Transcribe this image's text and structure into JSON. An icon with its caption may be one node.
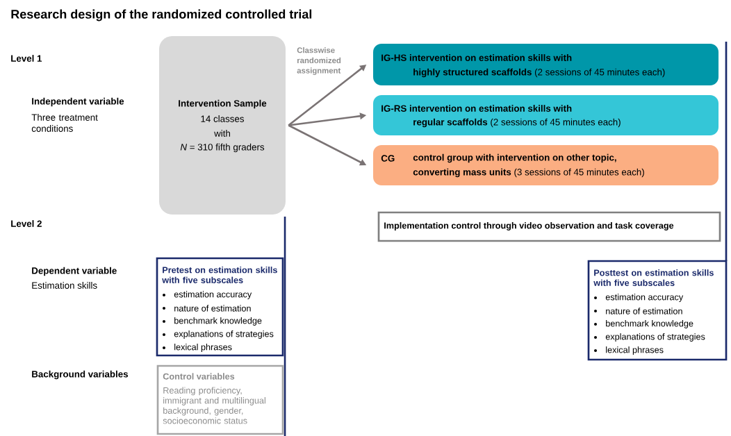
{
  "diagram": {
    "title": "Research design of the randomized controlled trial",
    "nodes": [
      {
        "text": [
          "Intervention Sample",
          "14 classes",
          "with",
          "*N* =  310 fifth graders"
        ]
      },
      {
        "text": [
          "IG-HS intervention on estimation skills with",
          "**highly structured scaffolds** (2 sessions of 45 minutes each)"
        ]
      },
      {
        "text": [
          "IG-RS intervention on estimation skills with",
          "**regular scaffolds**  (2 sessions of 45 minutes each)"
        ]
      },
      {
        "text": [
          "CG",
          "control group with intervention on other topic,",
          "**converting mass units** (3 sessions of 45 minutes each)"
        ]
      },
      {
        "text": [
          "Implementation control through video observation and task coverage"
        ]
      },
      {
        "text": [
          "Pretest on estimation skills with five subscales",
          "estimation accuracy",
          "nature of estimation",
          "benchmark knowledge",
          "explanations of strategies",
          "lexical phrases"
        ]
      },
      {
        "text": [
          "Posttest on estimation skills with five subscales",
          "estimation accuracy",
          "nature of estimation",
          "benchmark knowledge",
          "explanations of strategies",
          "lexical phrases"
        ]
      },
      {
        "text": [
          "Control variables",
          "Reading proficiency, immigrant and multilingual background, gender, socioeconomic status"
        ]
      }
    ],
    "edges": [
      {
        "from": 0,
        "to": 1,
        "arrow": "to"
      },
      {
        "from": 0,
        "to": 2,
        "arrow": "to"
      },
      {
        "from": 0,
        "to": 3,
        "arrow": "to"
      }
    ],
    "labels": [
      "Level 1",
      "Classwise randomized assignment",
      "Independent variable",
      "Three treatment conditions",
      "Level 2",
      "Dependent variable",
      "Estimation skills",
      "Background variables"
    ]
  }
}
